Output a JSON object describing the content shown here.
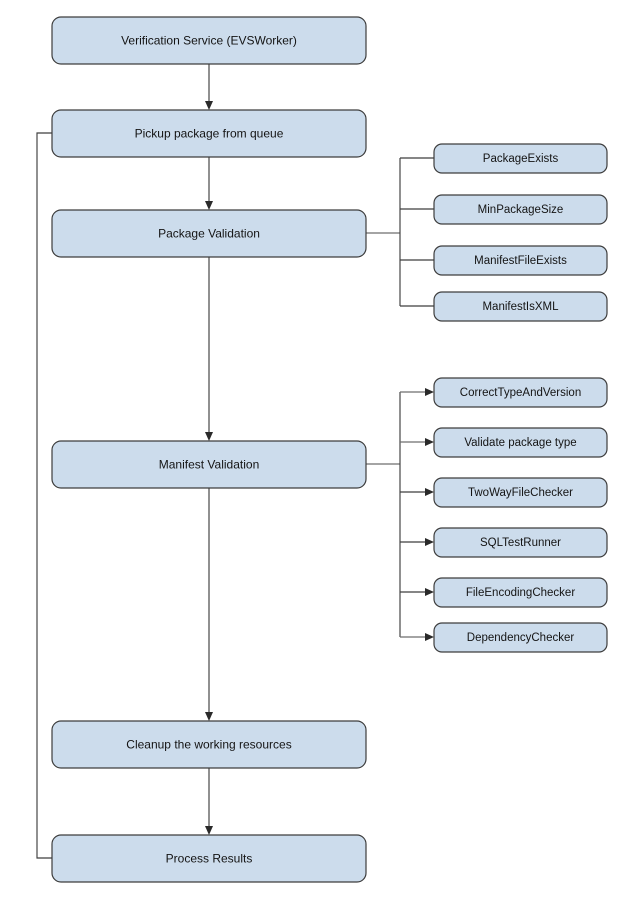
{
  "diagram": {
    "title_node": "Verification Service (EVSWorker)",
    "background_color": "#ffffff",
    "node_fill_color": "#ccdcec",
    "node_border_color": "#3d3d3d",
    "edge_color": "#3f3f3f",
    "text_color": "#141414"
  },
  "main_flow": [
    {
      "id": "verification-service",
      "label": "Verification Service (EVSWorker)"
    },
    {
      "id": "pickup-package",
      "label": "Pickup package from queue"
    },
    {
      "id": "package-validation",
      "label": "Package Validation"
    },
    {
      "id": "manifest-validation",
      "label": "Manifest Validation"
    },
    {
      "id": "cleanup-resources",
      "label": "Cleanup the working resources"
    },
    {
      "id": "process-results",
      "label": "Process Results"
    }
  ],
  "package_validation_checks": [
    {
      "id": "package-exists",
      "label": "PackageExists"
    },
    {
      "id": "min-package-size",
      "label": "MinPackageSize"
    },
    {
      "id": "manifest-file-exists",
      "label": "ManifestFileExists"
    },
    {
      "id": "manifest-is-xml",
      "label": "ManifestIsXML"
    }
  ],
  "manifest_validation_checks": [
    {
      "id": "correct-type-and-version",
      "label": "CorrectTypeAndVersion"
    },
    {
      "id": "validate-package-type",
      "label": "Validate package type"
    },
    {
      "id": "two-way-file-checker",
      "label": "TwoWayFileChecker"
    },
    {
      "id": "sql-test-runner",
      "label": "SQLTestRunner"
    },
    {
      "id": "file-encoding-checker",
      "label": "FileEncodingChecker"
    },
    {
      "id": "dependency-checker",
      "label": "DependencyChecker"
    }
  ],
  "connections": {
    "loop_label": "",
    "feedback_from": "process-results",
    "feedback_to": "pickup-package"
  }
}
